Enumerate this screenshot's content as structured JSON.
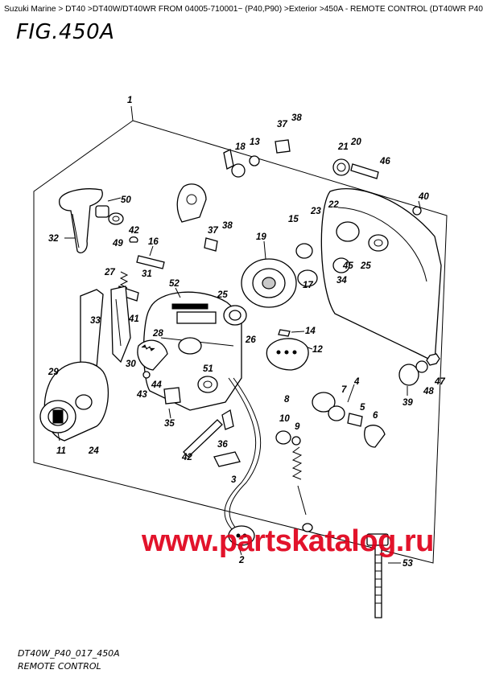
{
  "breadcrumb": "Suzuki Marine > DT40 >DT40W/DT40WR FROM 04005-710001~ (P40,P90) >Exterior >450A - REMOTE CONTROL (DT40WR P40) >",
  "figure_title": "FIG.450A",
  "watermark": "www.partskatalog.ru",
  "figure_code": "DT40W_P40_017_450A",
  "caption": "REMOTE CONTROL",
  "callouts": [
    {
      "id": "1",
      "label": "1"
    },
    {
      "id": "2",
      "label": "2"
    },
    {
      "id": "3",
      "label": "3"
    },
    {
      "id": "4",
      "label": "4"
    },
    {
      "id": "5",
      "label": "5"
    },
    {
      "id": "6",
      "label": "6"
    },
    {
      "id": "7",
      "label": "7"
    },
    {
      "id": "8",
      "label": "8"
    },
    {
      "id": "9",
      "label": "9"
    },
    {
      "id": "10",
      "label": "10"
    },
    {
      "id": "11",
      "label": "11"
    },
    {
      "id": "12",
      "label": "12"
    },
    {
      "id": "13",
      "label": "13"
    },
    {
      "id": "14",
      "label": "14"
    },
    {
      "id": "15",
      "label": "15"
    },
    {
      "id": "16",
      "label": "16"
    },
    {
      "id": "17",
      "label": "17"
    },
    {
      "id": "18",
      "label": "18"
    },
    {
      "id": "19",
      "label": "19"
    },
    {
      "id": "20",
      "label": "20"
    },
    {
      "id": "21",
      "label": "21"
    },
    {
      "id": "22",
      "label": "22"
    },
    {
      "id": "23",
      "label": "23"
    },
    {
      "id": "24",
      "label": "24"
    },
    {
      "id": "25a",
      "label": "25"
    },
    {
      "id": "25b",
      "label": "25"
    },
    {
      "id": "26",
      "label": "26"
    },
    {
      "id": "27",
      "label": "27"
    },
    {
      "id": "28",
      "label": "28"
    },
    {
      "id": "29",
      "label": "29"
    },
    {
      "id": "30",
      "label": "30"
    },
    {
      "id": "31",
      "label": "31"
    },
    {
      "id": "32",
      "label": "32"
    },
    {
      "id": "33",
      "label": "33"
    },
    {
      "id": "34",
      "label": "34"
    },
    {
      "id": "35",
      "label": "35"
    },
    {
      "id": "36",
      "label": "36"
    },
    {
      "id": "37a",
      "label": "37"
    },
    {
      "id": "37b",
      "label": "37"
    },
    {
      "id": "38a",
      "label": "38"
    },
    {
      "id": "38b",
      "label": "38"
    },
    {
      "id": "39",
      "label": "39"
    },
    {
      "id": "40",
      "label": "40"
    },
    {
      "id": "41",
      "label": "41"
    },
    {
      "id": "42a",
      "label": "42"
    },
    {
      "id": "42b",
      "label": "42"
    },
    {
      "id": "43",
      "label": "43"
    },
    {
      "id": "44",
      "label": "44"
    },
    {
      "id": "45",
      "label": "45"
    },
    {
      "id": "46",
      "label": "46"
    },
    {
      "id": "47",
      "label": "47"
    },
    {
      "id": "48",
      "label": "48"
    },
    {
      "id": "49",
      "label": "49"
    },
    {
      "id": "50",
      "label": "50"
    },
    {
      "id": "51",
      "label": "51"
    },
    {
      "id": "52",
      "label": "52"
    },
    {
      "id": "53",
      "label": "53"
    }
  ]
}
